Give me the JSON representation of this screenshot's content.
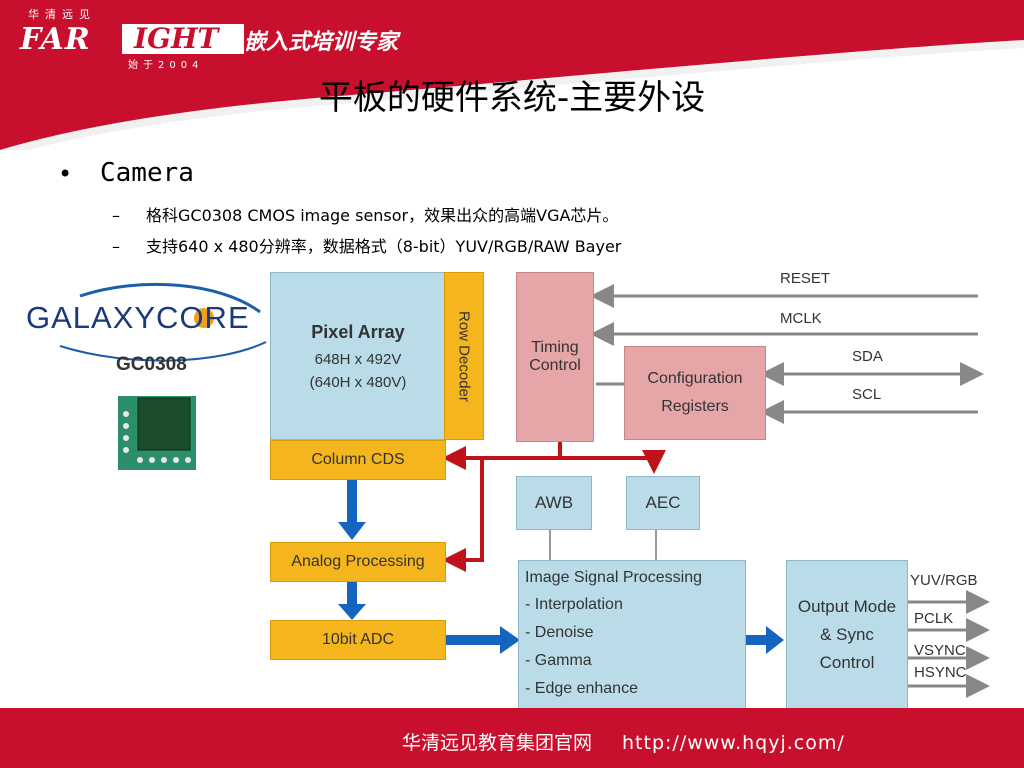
{
  "header": {
    "logo_top": "华清远见",
    "logo_far": "FAR",
    "logo_ight": "IGHT",
    "logo_sub": "始于2004",
    "slogan": "嵌入式培训专家"
  },
  "title": "平板的硬件系统-主要外设",
  "bullet": {
    "label": "Camera",
    "items": [
      "格科GC0308 CMOS image sensor，效果出众的高端VGA芯片。",
      "支持640 x 480分辨率，数据格式（8-bit）YUV/RGB/RAW Bayer"
    ]
  },
  "vendor": {
    "logo_text": "GALAXYCORE",
    "model": "GC0308"
  },
  "diagram": {
    "pixel_array": {
      "title": "Pixel Array",
      "line1": "648H x 492V",
      "line2": "(640H x 480V)"
    },
    "row_decoder": "Row Decoder",
    "timing": "Timing Control",
    "config": "Configuration Registers",
    "column_cds": "Column CDS",
    "analog": "Analog Processing",
    "adc": "10bit ADC",
    "awb": "AWB",
    "aec": "AEC",
    "isp": {
      "title": "Image Signal Processing",
      "items": [
        "- Interpolation",
        "- Denoise",
        "- Gamma",
        "- Edge enhance"
      ]
    },
    "output": "Output Mode & Sync Control",
    "signals": {
      "reset": "RESET",
      "mclk": "MCLK",
      "sda": "SDA",
      "scl": "SCL",
      "yuv": "YUV/RGB",
      "pclk": "PCLK",
      "vsync": "VSYNC",
      "hsync": "HSYNC"
    }
  },
  "footer": {
    "name": "华清远见教育集团官网",
    "url": "http://www.hqyj.com/"
  },
  "colors": {
    "brand_red": "#c8102e",
    "block_blue": "#b9dce8",
    "block_orange": "#f5b51c",
    "block_pink": "#e6a6a8",
    "arrow_blue": "#1565c0"
  }
}
